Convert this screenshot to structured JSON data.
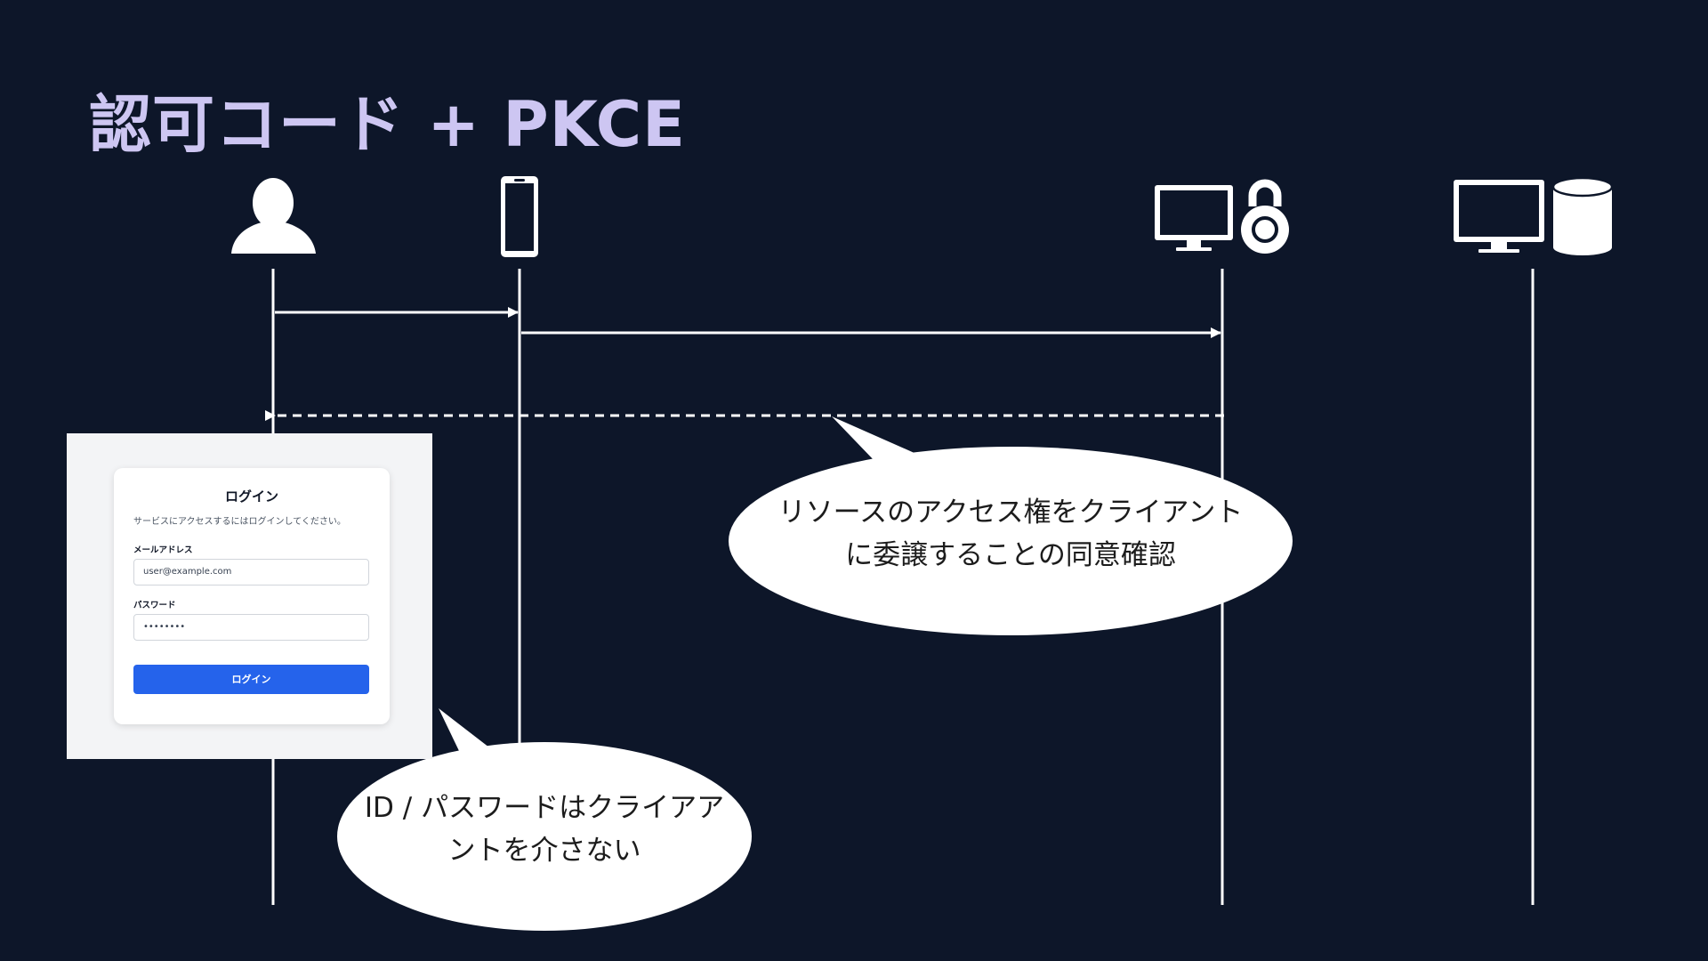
{
  "title": "認可コード + PKCE",
  "actors": [
    {
      "icon": "user-icon"
    },
    {
      "icon": "smartphone-icon"
    },
    {
      "icon": "monitor-lock-icon"
    },
    {
      "icon": "monitor-database-icon"
    }
  ],
  "bubbles": {
    "consent": {
      "line1": "リソースのアクセス権をクライアント",
      "line2": "に委譲することの同意確認"
    },
    "credentials": {
      "line1": "ID / パスワードはクライアア",
      "line2": "ントを介さない"
    }
  },
  "login": {
    "title": "ログイン",
    "subtitle": "サービスにアクセスするにはログインしてください。",
    "email_label": "メールアドレス",
    "email_value": "user@example.com",
    "password_label": "パスワード",
    "password_value": "••••••••",
    "button_label": "ログイン"
  },
  "colors": {
    "background": "#0d1629",
    "title": "#cdc6f2",
    "line": "#ffffff",
    "button": "#2563eb"
  }
}
